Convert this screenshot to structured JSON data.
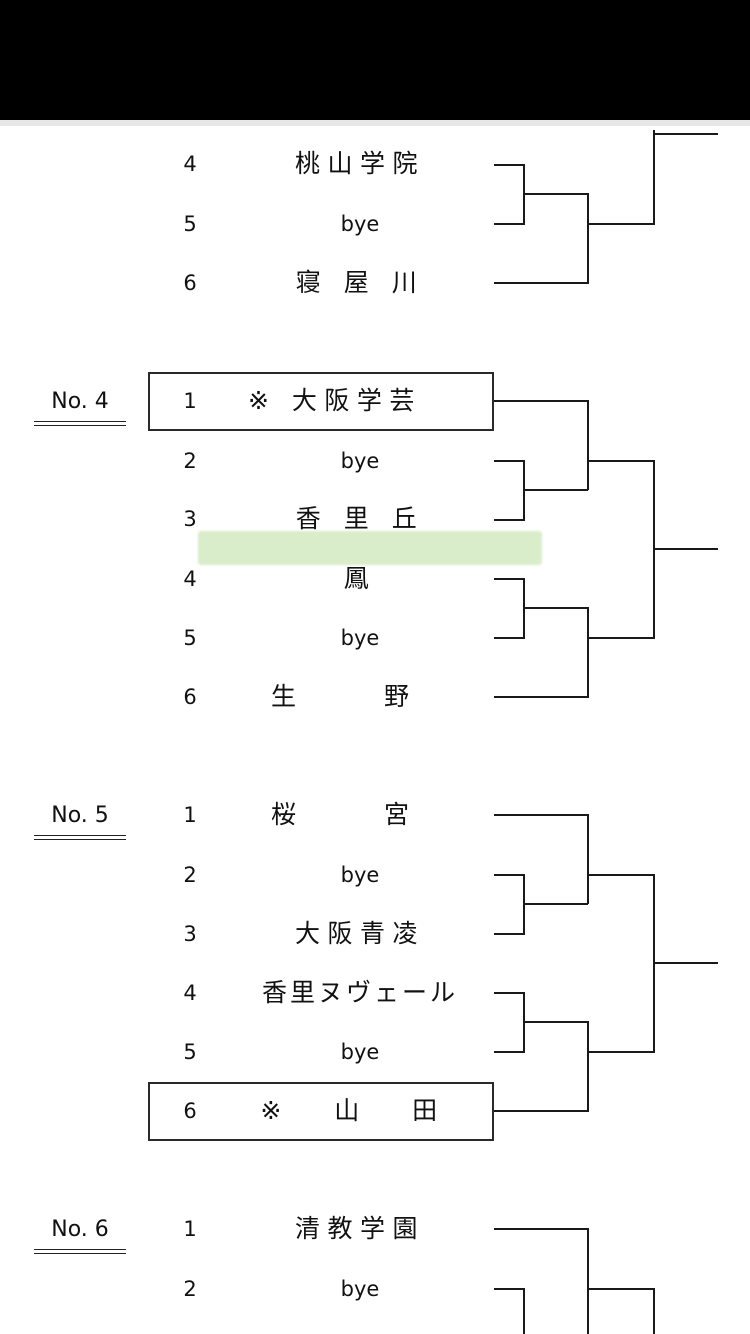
{
  "groups": [
    {
      "label": "",
      "entries": [
        {
          "num": "4",
          "name": "桃山学院"
        },
        {
          "num": "5",
          "name": "bye"
        },
        {
          "num": "6",
          "name": "寝 屋 川"
        }
      ]
    },
    {
      "label": "No. 4",
      "entries": [
        {
          "num": "1",
          "name": "※ 大阪学芸"
        },
        {
          "num": "2",
          "name": "bye"
        },
        {
          "num": "3",
          "name": "香 里 丘"
        },
        {
          "num": "4",
          "name": "鳳"
        },
        {
          "num": "5",
          "name": "bye"
        },
        {
          "num": "6",
          "name": "生 野"
        }
      ]
    },
    {
      "label": "No. 5",
      "entries": [
        {
          "num": "1",
          "name": "桜 宮"
        },
        {
          "num": "2",
          "name": "bye"
        },
        {
          "num": "3",
          "name": "大阪青凌"
        },
        {
          "num": "4",
          "name": "香里ヌヴェール"
        },
        {
          "num": "5",
          "name": "bye"
        },
        {
          "num": "6",
          "name": "※ 山 田"
        }
      ]
    },
    {
      "label": "No. 6",
      "entries": [
        {
          "num": "1",
          "name": "清教学園"
        },
        {
          "num": "2",
          "name": "bye"
        }
      ]
    }
  ]
}
